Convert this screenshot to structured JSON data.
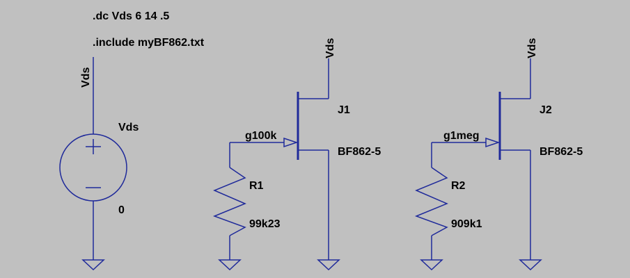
{
  "directives": {
    "dc": ".dc Vds 6 14 .5",
    "include": ".include myBF862.txt"
  },
  "source": {
    "net_label": "Vds",
    "name": "Vds",
    "value": "0"
  },
  "left_stage": {
    "vds_label": "Vds",
    "jfet_name": "J1",
    "jfet_model": "BF862-5",
    "gate_net": "g100k",
    "resistor_name": "R1",
    "resistor_value": "99k23"
  },
  "right_stage": {
    "vds_label": "Vds",
    "jfet_name": "J2",
    "jfet_model": "BF862-5",
    "gate_net": "g1meg",
    "resistor_name": "R2",
    "resistor_value": "909k1"
  },
  "colors": {
    "background": "#c0c0c0",
    "wire": "#1f2a9a",
    "text": "#000000"
  }
}
